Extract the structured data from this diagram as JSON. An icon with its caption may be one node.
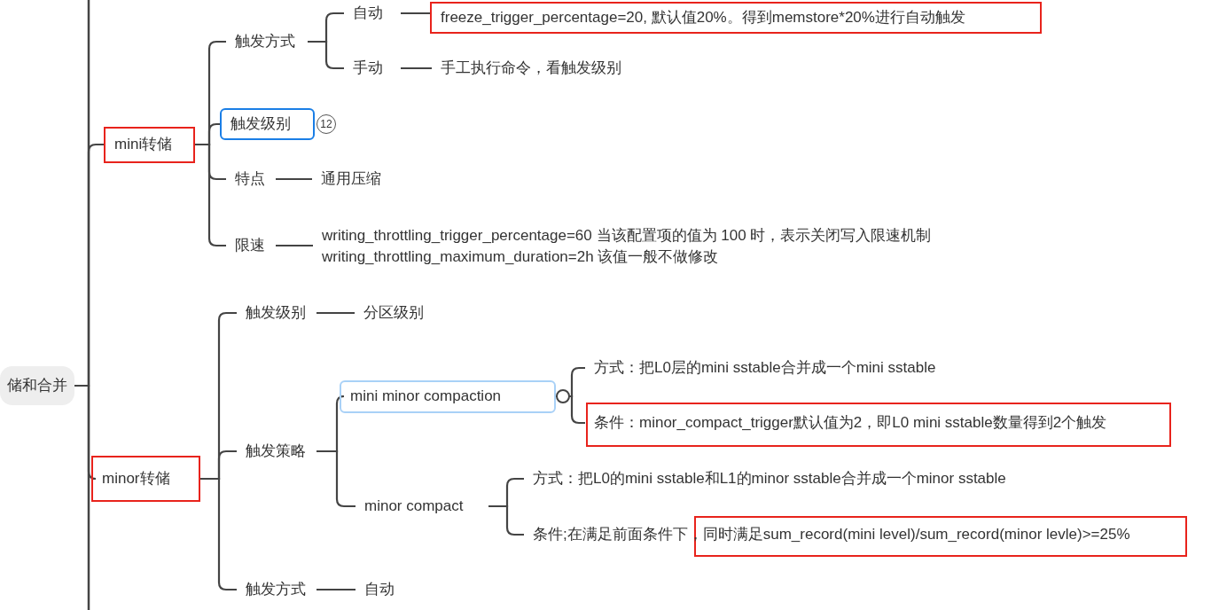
{
  "diagram": {
    "nodes": [
      {
        "text": [
          "储和合并"
        ]
      },
      {
        "text": [
          "mini转储"
        ]
      },
      {
        "text": [
          "触发方式"
        ]
      },
      {
        "text": [
          "自动"
        ]
      },
      {
        "text": [
          "freeze_trigger_percentage=20, 默认值20%。得到memstore*20%进行自动触发"
        ]
      },
      {
        "text": [
          "手动"
        ]
      },
      {
        "text": [
          "手工执行命令，看触发级别"
        ]
      },
      {
        "text": [
          "触发级别"
        ],
        "beside": [
          "12"
        ]
      },
      {
        "text": [
          "特点"
        ]
      },
      {
        "text": [
          "通用压缩"
        ]
      },
      {
        "text": [
          "限速"
        ]
      },
      {
        "text": [
          "writing_throttling_trigger_percentage=60 当该配置项的值为 100 时，表示关闭写入限速机制",
          "writing_throttling_maximum_duration=2h  该值一般不做修改"
        ]
      },
      {
        "text": [
          "minor转储"
        ]
      },
      {
        "text": [
          "触发级别"
        ]
      },
      {
        "text": [
          "分区级别"
        ]
      },
      {
        "text": [
          "触发策略"
        ]
      },
      {
        "text": [
          "mini minor compaction"
        ]
      },
      {
        "text": [
          "方式：把L0层的mini sstable合并成一个mini sstable"
        ]
      },
      {
        "text": [
          "条件：minor_compact_trigger默认值为2，即L0 mini sstable数量得到2个触发"
        ]
      },
      {
        "text": [
          "minor compact"
        ]
      },
      {
        "text": [
          "方式：把L0的mini sstable和L1的minor sstable合并成一个minor sstable"
        ]
      },
      {
        "text": [
          "条件;在满足前面条件下，同时满足sum_record(mini level)/sum_record(minor levle)>=25%"
        ]
      },
      {
        "text": [
          "触发方式"
        ]
      },
      {
        "text": [
          "自动"
        ]
      }
    ],
    "edges": [
      {
        "from": 0,
        "to": 1,
        "arrow": "none"
      },
      {
        "from": 0,
        "to": 12,
        "arrow": "none"
      },
      {
        "from": 1,
        "to": 2,
        "arrow": "none"
      },
      {
        "from": 1,
        "to": 7,
        "arrow": "none"
      },
      {
        "from": 1,
        "to": 8,
        "arrow": "none"
      },
      {
        "from": 1,
        "to": 10,
        "arrow": "none"
      },
      {
        "from": 2,
        "to": 3,
        "arrow": "none"
      },
      {
        "from": 2,
        "to": 5,
        "arrow": "none"
      },
      {
        "from": 3,
        "to": 4,
        "arrow": "none"
      },
      {
        "from": 5,
        "to": 6,
        "arrow": "none"
      },
      {
        "from": 8,
        "to": 9,
        "arrow": "none"
      },
      {
        "from": 10,
        "to": 11,
        "arrow": "none"
      },
      {
        "from": 12,
        "to": 13,
        "arrow": "none"
      },
      {
        "from": 12,
        "to": 15,
        "arrow": "none"
      },
      {
        "from": 12,
        "to": 22,
        "arrow": "none"
      },
      {
        "from": 13,
        "to": 14,
        "arrow": "none"
      },
      {
        "from": 15,
        "to": 16,
        "arrow": "none"
      },
      {
        "from": 15,
        "to": 19,
        "arrow": "none"
      },
      {
        "from": 16,
        "to": 17,
        "arrow": "none"
      },
      {
        "from": 16,
        "to": 18,
        "arrow": "none"
      },
      {
        "from": 19,
        "to": 20,
        "arrow": "none"
      },
      {
        "from": 19,
        "to": 21,
        "arrow": "none"
      },
      {
        "from": 22,
        "to": 23,
        "arrow": "none"
      }
    ]
  }
}
